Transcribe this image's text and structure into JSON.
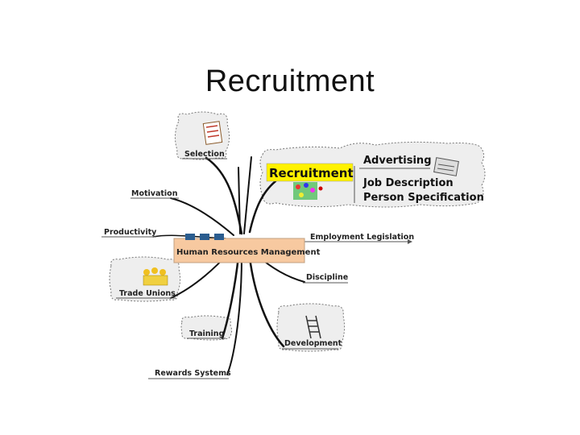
{
  "slide": {
    "title": "Recruitment"
  },
  "mindmap": {
    "central": "Human Resources Management",
    "focus": {
      "label": "Recruitment",
      "items": [
        "Advertising",
        "Job Description",
        "Person Specification"
      ]
    },
    "left_topics": [
      "Selection",
      "Motivation",
      "Productivity",
      "Trade Unions",
      "Training",
      "Rewards Systems"
    ],
    "right_topics": [
      "Employment Legislation",
      "Discipline",
      "Development"
    ]
  },
  "colors": {
    "central_fill": "#f7c9a0",
    "central_border": "#c0a080",
    "highlight": "#fff200",
    "cloud_fill": "#eeeeee",
    "connector_blue": "#2b5d8f"
  },
  "icons": [
    "document-icon",
    "people-icon",
    "team-icon",
    "ladder-icon",
    "newspaper-icon",
    "arrow-icon"
  ]
}
